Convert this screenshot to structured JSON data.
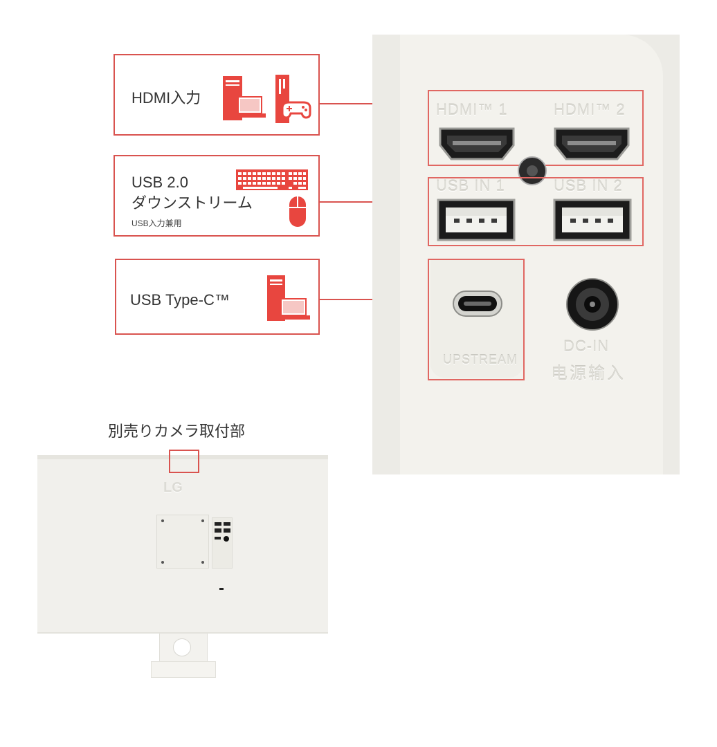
{
  "callouts": {
    "hdmi": {
      "label": "HDMI入力"
    },
    "usb": {
      "line1": "USB 2.0",
      "line2": "ダウンストリーム",
      "sub": "USB入力兼用"
    },
    "typec": {
      "label": "USB Type-C™"
    }
  },
  "panel": {
    "hdmi1": "HDMI™ 1",
    "hdmi2": "HDMI™ 2",
    "usbin1": "USB IN 1",
    "usbin2": "USB IN 2",
    "upstream": "UPSTREAM",
    "dcin": "DC-IN",
    "power_cn": "电源输入"
  },
  "monitor": {
    "caption": "別売りカメラ取付部",
    "logo": "LG"
  },
  "colors": {
    "accent": "#d9534f",
    "icon_red": "#e8463f",
    "panel": "#f3f2ed"
  }
}
